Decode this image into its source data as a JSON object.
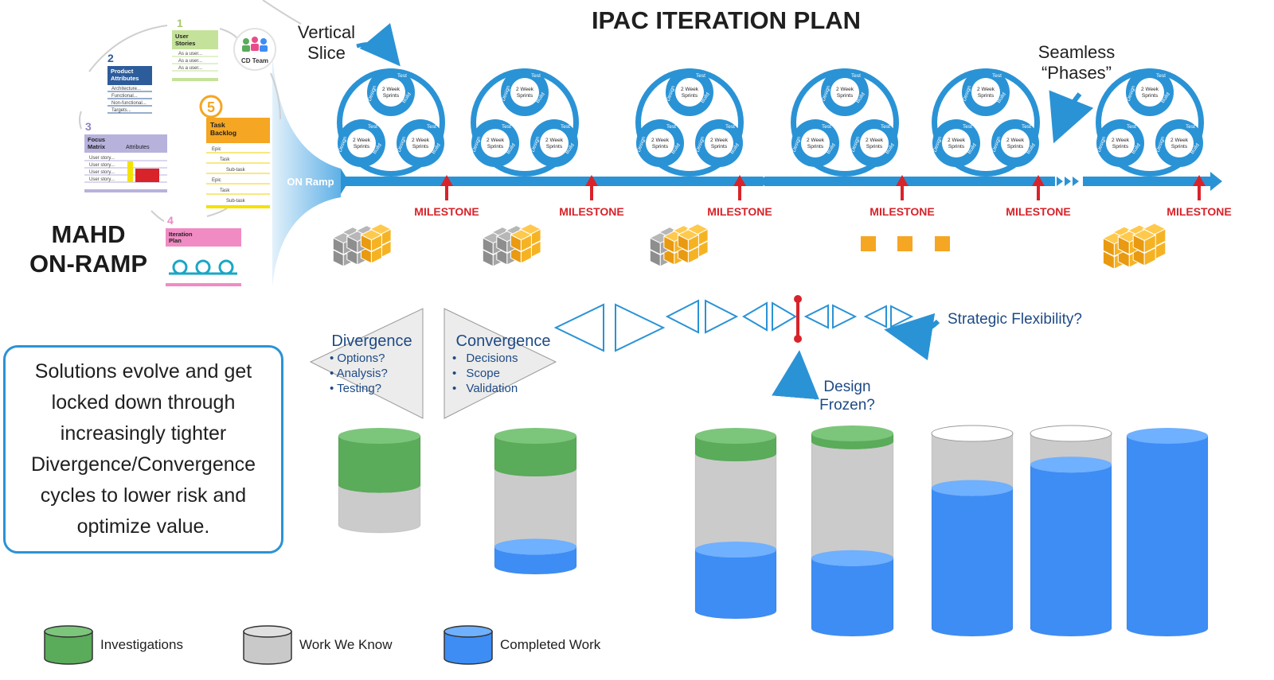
{
  "title": "IPAC ITERATION PLAN",
  "labels": {
    "vertical_slice": [
      "Vertical",
      "Slice"
    ],
    "seamless_phases": [
      "Seamless",
      "“Phases”"
    ],
    "on_ramp": "ON Ramp",
    "mahd_title": [
      "MAHD",
      "ON-RAMP"
    ],
    "strategic_flexibility": "Strategic Flexibility?",
    "design_frozen": [
      "Design",
      "Frozen?"
    ],
    "milestone": "MILESTONE"
  },
  "onramp_cards": {
    "cd_team": "CD Team",
    "step1": {
      "num": "1",
      "title": [
        "User",
        "Stories"
      ],
      "rows": [
        "As a user...",
        "As a user...",
        "As a user..."
      ]
    },
    "step2": {
      "num": "2",
      "title": [
        "Product",
        "Attributes"
      ],
      "rows": [
        "Architecture...",
        "Functional...",
        "Non-functional...",
        "Targets..."
      ]
    },
    "step3": {
      "num": "3",
      "title": [
        "Focus",
        "Matrix"
      ],
      "header": "Attributes",
      "rows": [
        "User story...",
        "User story...",
        "User story...",
        "User story..."
      ]
    },
    "step4": {
      "num": "4",
      "title": [
        "Iteration",
        "Plan"
      ]
    },
    "step5": {
      "num": "5",
      "title": [
        "Task",
        "Backlog"
      ],
      "rows": [
        "Epic",
        "Task",
        "Sub-task",
        "Epic",
        "Task",
        "Sub-task"
      ]
    }
  },
  "sprint_wheel": {
    "sub_label": [
      "2 Week",
      "Sprints"
    ],
    "ring_words": [
      "Test",
      "Design",
      "Build"
    ]
  },
  "divergence": {
    "title": "Divergence",
    "items": [
      "Options?",
      "Analysis?",
      "Testing?"
    ]
  },
  "convergence": {
    "title": "Convergence",
    "items": [
      "Decisions",
      "Scope",
      "Validation"
    ]
  },
  "summary": "Solutions evolve and get locked down through increasingly tighter Divergence/Convergence cycles to lower risk and optimize value.",
  "legend": [
    {
      "label": "Investigations",
      "color": "#5aab5a"
    },
    {
      "label": "Work We Know",
      "color": "#c9c9c9"
    },
    {
      "label": "Completed Work",
      "color": "#3d8df5"
    }
  ],
  "work_progress": [
    {
      "investigations": 0.55,
      "known": 0.45,
      "completed": 0.0
    },
    {
      "investigations": 0.25,
      "known": 0.6,
      "completed": 0.15
    },
    {
      "investigations": 0.1,
      "known": 0.55,
      "completed": 0.35
    },
    {
      "investigations": 0.04,
      "known": 0.6,
      "completed": 0.36
    },
    {
      "investigations": 0.0,
      "known": 0.28,
      "completed": 0.72
    },
    {
      "investigations": 0.0,
      "known": 0.16,
      "completed": 0.84
    },
    {
      "investigations": 0.0,
      "known": 0.0,
      "completed": 1.0
    }
  ],
  "colors": {
    "accent_blue": "#2a93d5",
    "milestone_red": "#d8232a",
    "cube_orange": "#f5a623",
    "cube_gray": "#9a9a9a"
  }
}
